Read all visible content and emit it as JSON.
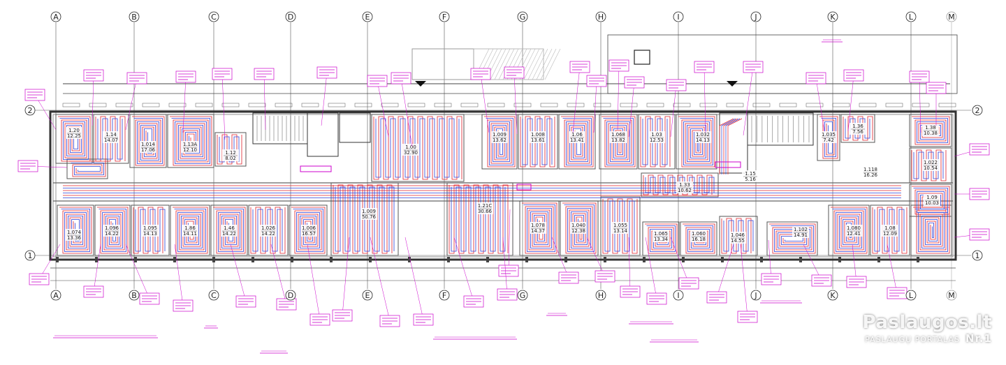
{
  "grid": {
    "columns": [
      "A",
      "B",
      "C",
      "D",
      "E",
      "F",
      "G",
      "H",
      "I",
      "J",
      "K",
      "L",
      "M"
    ],
    "rows": [
      "2",
      "1"
    ]
  },
  "rooms": [
    {
      "id": "1.20",
      "area": "12.25"
    },
    {
      "id": "1.14",
      "area": "14.07"
    },
    {
      "id": "1.014",
      "area": "17.06"
    },
    {
      "id": "1.13A",
      "area": "12.10"
    },
    {
      "id": "1.12",
      "area": "8.02"
    },
    {
      "id": "1.00",
      "area": "32.90"
    },
    {
      "id": "1.009",
      "area": "13.62"
    },
    {
      "id": "1.008",
      "area": "13.61"
    },
    {
      "id": "1.06",
      "area": "13.41"
    },
    {
      "id": "1.068",
      "area": "13.82"
    },
    {
      "id": "1.03",
      "area": "12.53"
    },
    {
      "id": "1.032",
      "area": "14.13"
    },
    {
      "id": "1.035",
      "area": "7.42"
    },
    {
      "id": "1.36",
      "area": "7.56"
    },
    {
      "id": "1.38",
      "area": "10.38"
    },
    {
      "id": "1.15",
      "area": "5.16"
    },
    {
      "id": "1.118",
      "area": "16.26"
    },
    {
      "id": "1.009",
      "area": "50.76"
    },
    {
      "id": "1.21C",
      "area": "30.66"
    },
    {
      "id": "1.33",
      "area": "10.62"
    },
    {
      "id": "1.022",
      "area": "10.54"
    },
    {
      "id": "1.09",
      "area": "10.03"
    },
    {
      "id": "1.074",
      "area": "13.36"
    },
    {
      "id": "1.096",
      "area": "14.22"
    },
    {
      "id": "1.095",
      "area": "14.13"
    },
    {
      "id": "1.86",
      "area": "14.11"
    },
    {
      "id": "1.46",
      "area": "14.22"
    },
    {
      "id": "1.026",
      "area": "14.22"
    },
    {
      "id": "1.006",
      "area": "16.57"
    },
    {
      "id": "1.078",
      "area": "14.37"
    },
    {
      "id": "1.040",
      "area": "12.38"
    },
    {
      "id": "1.055",
      "area": "13.14"
    },
    {
      "id": "1.065",
      "area": "13.34"
    },
    {
      "id": "1.060",
      "area": "16.18"
    },
    {
      "id": "1.046",
      "area": "14.55"
    },
    {
      "id": "1.102",
      "area": "14.91"
    },
    {
      "id": "1.080",
      "area": "12.41"
    },
    {
      "id": "1.08",
      "area": "12.09"
    }
  ],
  "watermark": {
    "brand": "Paslaugos.lt",
    "subtitle": "PASLAUGŲ PORTALAS",
    "rank": "Nr.1"
  }
}
